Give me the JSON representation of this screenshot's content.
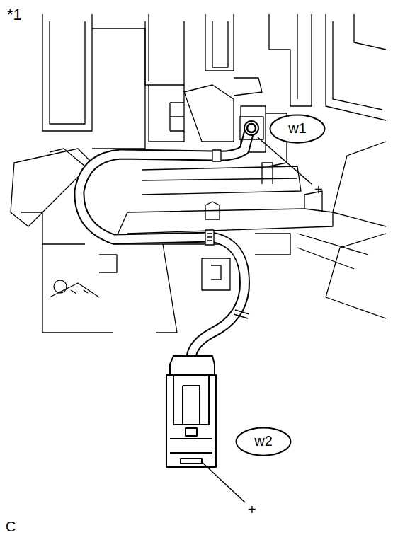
{
  "diagram": {
    "nodes": [
      {
        "text": [
          "w1"
        ]
      },
      {
        "text": [
          "w2"
        ]
      }
    ],
    "labels": [
      "*1",
      "+",
      "+",
      "C"
    ]
  }
}
